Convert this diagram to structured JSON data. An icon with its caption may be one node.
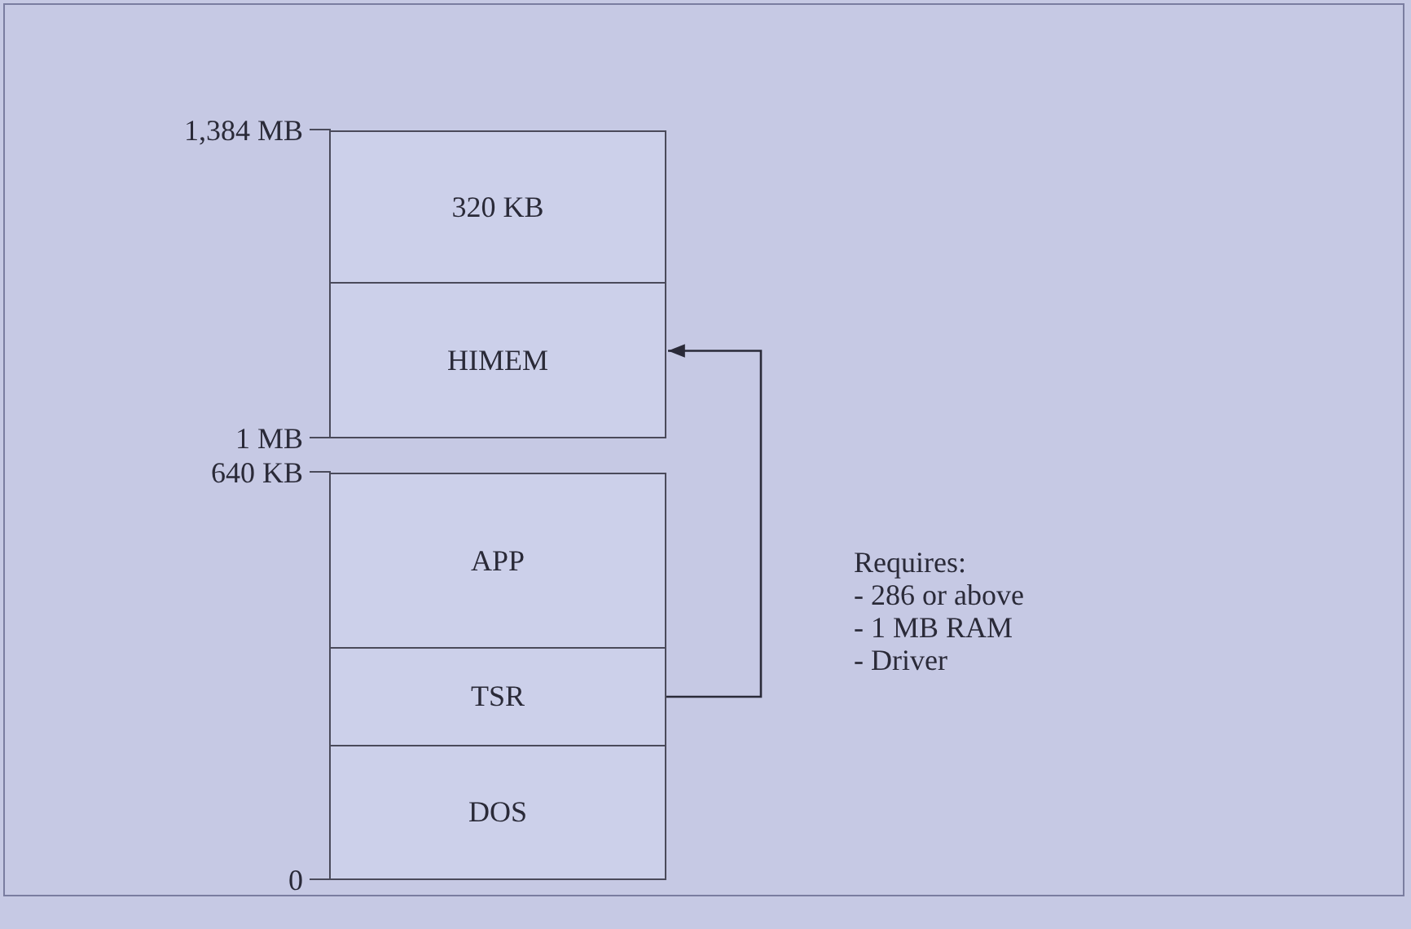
{
  "diagram": {
    "nodes": [
      {
        "text": [
          "320 KB"
        ],
        "beside": [
          "1,384 MB"
        ]
      },
      {
        "text": [
          "HIMEM"
        ],
        "beside": [
          "1 MB"
        ]
      },
      {
        "text": [
          "APP"
        ],
        "beside": [
          "640 KB"
        ]
      },
      {
        "text": [
          "TSR"
        ]
      },
      {
        "text": [
          "DOS"
        ],
        "beside": [
          "0"
        ]
      }
    ],
    "edges": [
      {
        "from": 3,
        "to": 1,
        "arrow": "to"
      }
    ],
    "labels": [
      "Requires:",
      "- 286 or above",
      "- 1 MB RAM",
      "- Driver"
    ]
  }
}
